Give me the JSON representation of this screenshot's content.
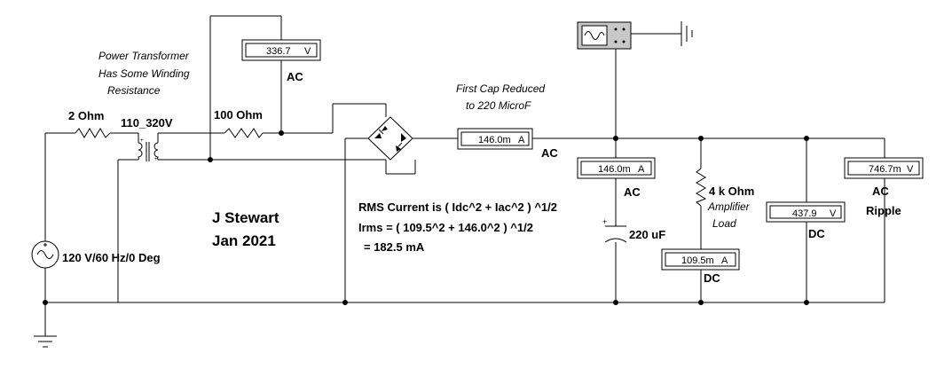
{
  "labels": {
    "transformer_note_1": "Power Transformer",
    "transformer_note_2": "Has Some Winding",
    "transformer_note_3": "Resistance",
    "r_primary": "2  Ohm",
    "transformer_rating": "110_320V",
    "r_secondary": "100  Ohm",
    "source": "120 V/60 Hz/0 Deg",
    "author": "J Stewart",
    "date": "Jan 2021",
    "cap_note_1": "First Cap Reduced",
    "cap_note_2": "to 220 MicroF",
    "capacitor": "220 uF",
    "load_resistor": "4 k Ohm",
    "load_note_1": "Amplifier",
    "load_note_2": "Load",
    "formula_1": "RMS Current is ( Idc^2 + Iac^2 ) ^1/2",
    "formula_2": "Irms = ( 109.5^2 + 146.0^2 ) ^1/2",
    "formula_3": "= 182.5 mA",
    "plus_sign": "+"
  },
  "meters": {
    "secondary_voltage": {
      "reading": "336.7",
      "unit": "V",
      "mode": "AC"
    },
    "bridge_current": {
      "reading": "146.0m",
      "unit": "A",
      "mode": "AC"
    },
    "cap_current": {
      "reading": "146.0m",
      "unit": "A",
      "mode": "AC"
    },
    "load_current": {
      "reading": "109.5m",
      "unit": "A",
      "mode": "DC"
    },
    "dc_voltage": {
      "reading": "437.9",
      "unit": "V",
      "mode": "DC"
    },
    "ripple_voltage": {
      "reading": "746.7m",
      "unit": "V",
      "mode": "AC",
      "extra": "Ripple"
    }
  }
}
